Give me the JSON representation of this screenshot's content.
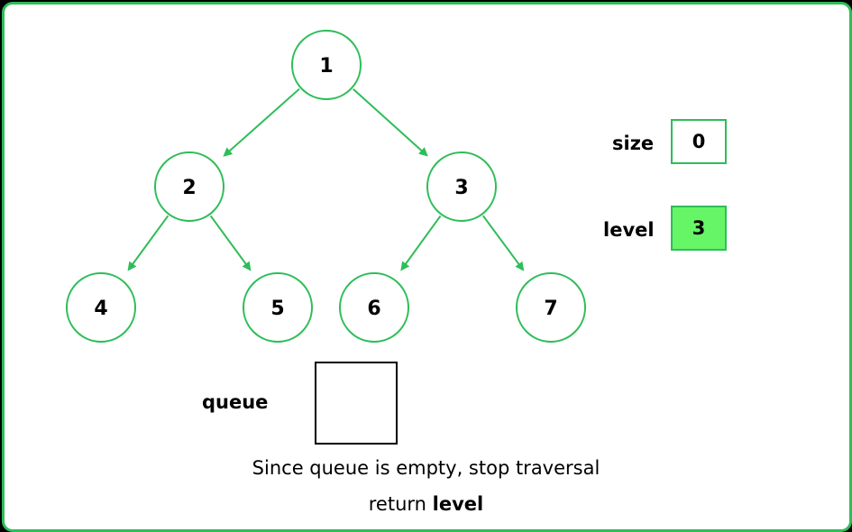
{
  "tree": {
    "nodes": [
      {
        "id": "n1",
        "label": "1"
      },
      {
        "id": "n2",
        "label": "2"
      },
      {
        "id": "n3",
        "label": "3"
      },
      {
        "id": "n4",
        "label": "4"
      },
      {
        "id": "n5",
        "label": "5"
      },
      {
        "id": "n6",
        "label": "6"
      },
      {
        "id": "n7",
        "label": "7"
      }
    ],
    "edges": [
      {
        "from": "n1",
        "to": "n2"
      },
      {
        "from": "n1",
        "to": "n3"
      },
      {
        "from": "n2",
        "to": "n4"
      },
      {
        "from": "n2",
        "to": "n5"
      },
      {
        "from": "n3",
        "to": "n6"
      },
      {
        "from": "n3",
        "to": "n7"
      }
    ]
  },
  "variables": {
    "size": {
      "label": "size",
      "value": "0"
    },
    "level": {
      "label": "level",
      "value": "3"
    }
  },
  "queue": {
    "label": "queue"
  },
  "caption": {
    "line1": "Since queue is empty, stop traversal",
    "line2_prefix": "return",
    "line2_bold": "level"
  },
  "colors": {
    "accent": "#2ebd59",
    "highlight": "#66f566",
    "border": "#2ebd59"
  }
}
